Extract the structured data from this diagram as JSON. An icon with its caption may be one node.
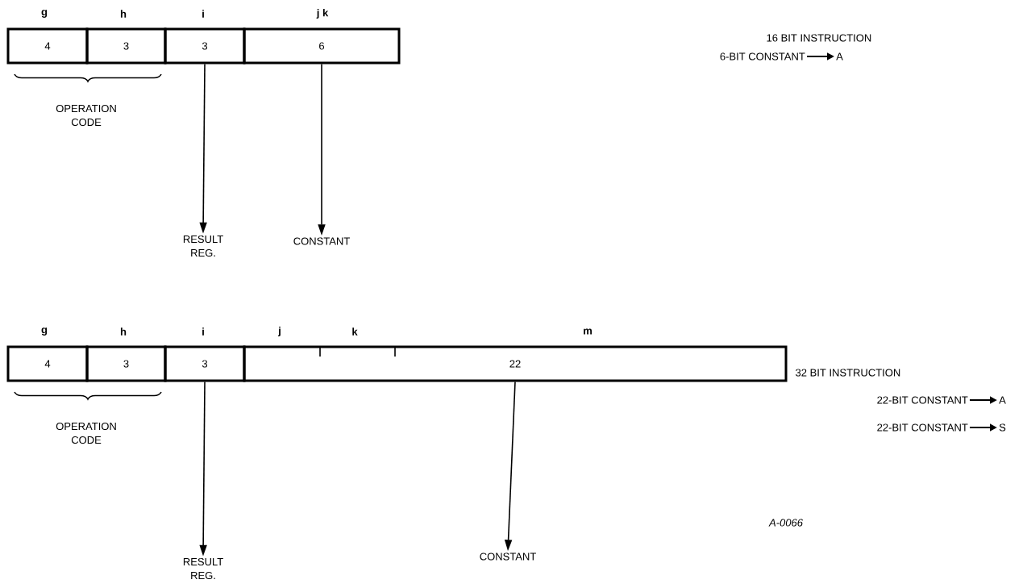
{
  "diagram": {
    "nodes": [
      {
        "text": [
          "4"
        ],
        "beside": [
          "g"
        ]
      },
      {
        "text": [
          "3"
        ],
        "beside": [
          "h"
        ]
      },
      {
        "text": [
          "3"
        ],
        "beside": [
          "i"
        ]
      },
      {
        "text": [
          "6"
        ],
        "beside": [
          "j k"
        ]
      },
      {
        "text": [
          "RESULT REG."
        ]
      },
      {
        "text": [
          "CONSTANT"
        ]
      },
      {
        "text": [
          "6-BIT CONSTANT"
        ]
      },
      {
        "text": [
          "A"
        ]
      },
      {
        "text": [
          "4"
        ],
        "beside": [
          "g"
        ]
      },
      {
        "text": [
          "3"
        ],
        "beside": [
          "h"
        ]
      },
      {
        "text": [
          "3"
        ],
        "beside": [
          "i"
        ]
      },
      {
        "text": [
          "22"
        ],
        "beside": [
          "j",
          "k",
          "m"
        ]
      },
      {
        "text": [
          "RESULT REG."
        ]
      },
      {
        "text": [
          "CONSTANT"
        ]
      },
      {
        "text": [
          "22-BIT CONSTANT"
        ]
      },
      {
        "text": [
          "A"
        ]
      },
      {
        "text": [
          "22-BIT CONSTANT"
        ]
      },
      {
        "text": [
          "S"
        ]
      }
    ],
    "edges": [
      {
        "from": 2,
        "to": 4,
        "arrow": "to"
      },
      {
        "from": 3,
        "to": 5,
        "arrow": "to"
      },
      {
        "from": 6,
        "to": 7,
        "arrow": "to"
      },
      {
        "from": 10,
        "to": 12,
        "arrow": "to"
      },
      {
        "from": 11,
        "to": 13,
        "arrow": "to"
      },
      {
        "from": 14,
        "to": 15,
        "arrow": "to"
      },
      {
        "from": 16,
        "to": 17,
        "arrow": "to"
      }
    ],
    "labels": [
      "16 BIT INSTRUCTION",
      "OPERATION CODE",
      "32 BIT INSTRUCTION",
      "OPERATION CODE",
      "A-0066"
    ]
  }
}
